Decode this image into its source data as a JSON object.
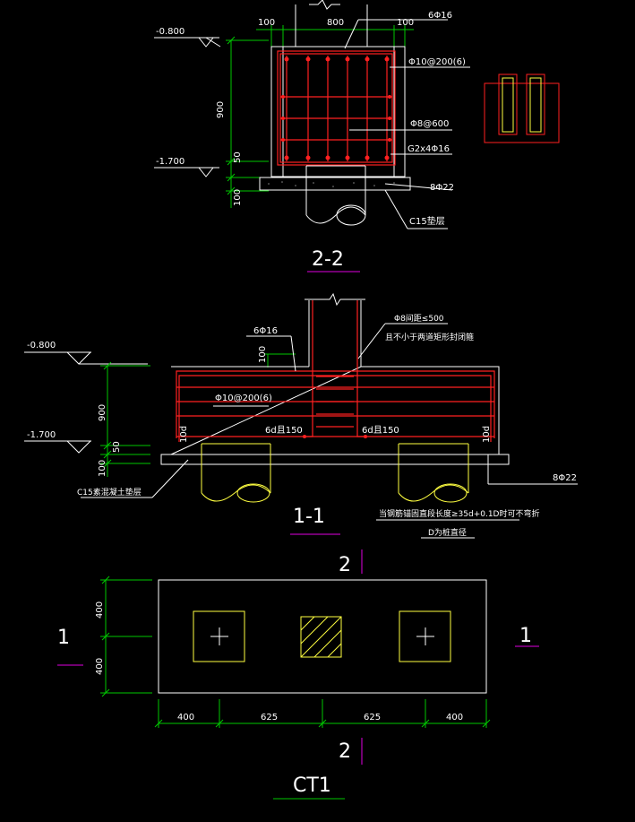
{
  "section_2_2": {
    "elev_top": "-0.800",
    "elev_bottom": "-1.700",
    "dim_left": "100",
    "dim_width": "800",
    "dim_right": "100",
    "dim_height": "900",
    "dim_50": "50",
    "dim_100": "100",
    "rebar_top": "6Φ16",
    "stirrup": "Φ10@200(6)",
    "bar_mid": "Φ8@600",
    "bar_side": "G2x4Φ16",
    "bar_bottom": "8Φ22",
    "cushion": "C15垫层",
    "title": "2-2"
  },
  "section_1_1": {
    "elev_top": "-0.800",
    "elev_bottom": "-1.700",
    "dim_height": "900",
    "dim_100_top": "100",
    "dim_50": "50",
    "dim_100": "100",
    "rebar_top": "6Φ16",
    "stirrup": "Φ10@200(6)",
    "note_spacing_1": "Φ8间距≤500",
    "note_spacing_2": "且不小于两道矩形封闭箍",
    "anchor_left": "6d且150",
    "anchor_right": "6d且150",
    "hook_left": "10d",
    "hook_right": "10d",
    "bar_bottom": "8Φ22",
    "cushion": "C15素混凝土垫层",
    "note_anchor": "当钢筋锚固直段长度≥35d+0.1D时可不弯折",
    "note_d": "D为桩直径",
    "title": "1-1"
  },
  "plan": {
    "section_mark_top": "2",
    "section_mark_bottom": "2",
    "section_mark_left": "1",
    "section_mark_right": "1",
    "dim_v1": "400",
    "dim_v2": "400",
    "dim_h": [
      "400",
      "625",
      "625",
      "400"
    ],
    "title": "CT1"
  },
  "colors": {
    "background": "#000000",
    "outline": "#ffffff",
    "rebar": "#ff2020",
    "dimension": "#00c800",
    "pile": "#ffff40",
    "title_underline": "#e000e0"
  }
}
